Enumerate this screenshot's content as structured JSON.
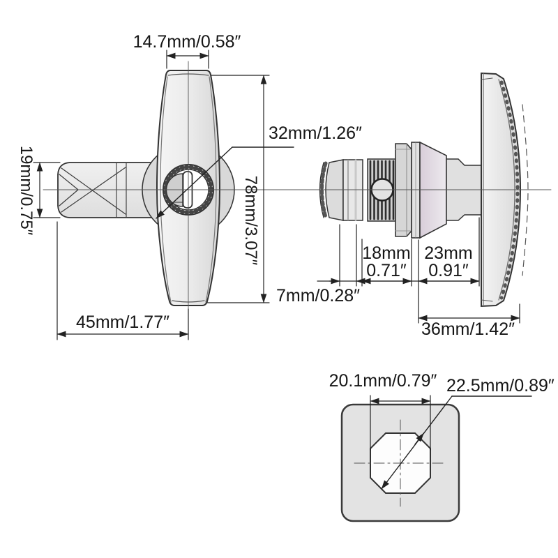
{
  "front_view": {
    "handle_width": "14.7mm/0.58″",
    "cam_height": "19mm/0.75″",
    "flange_diameter": "32mm/1.26″",
    "overall_height": "78mm/3.07″",
    "cam_length": "45mm/1.77″"
  },
  "side_view": {
    "cam_thickness": "7mm/0.28″",
    "grip_mm": "18mm",
    "grip_in": "0.71″",
    "shaft_mm": "23mm",
    "shaft_in": "0.91″",
    "overall_depth": "36mm/1.42″"
  },
  "cutout_view": {
    "hole_width": "20.1mm/0.79″",
    "hole_diagonal": "22.5mm/0.89″"
  },
  "colors": {
    "line": "#333333",
    "dim_line": "#222222",
    "metal_light": "#f2f2f2",
    "metal_mid": "#d9d9d9",
    "bezel_tint": "#d8cdd9",
    "background": "#ffffff"
  }
}
